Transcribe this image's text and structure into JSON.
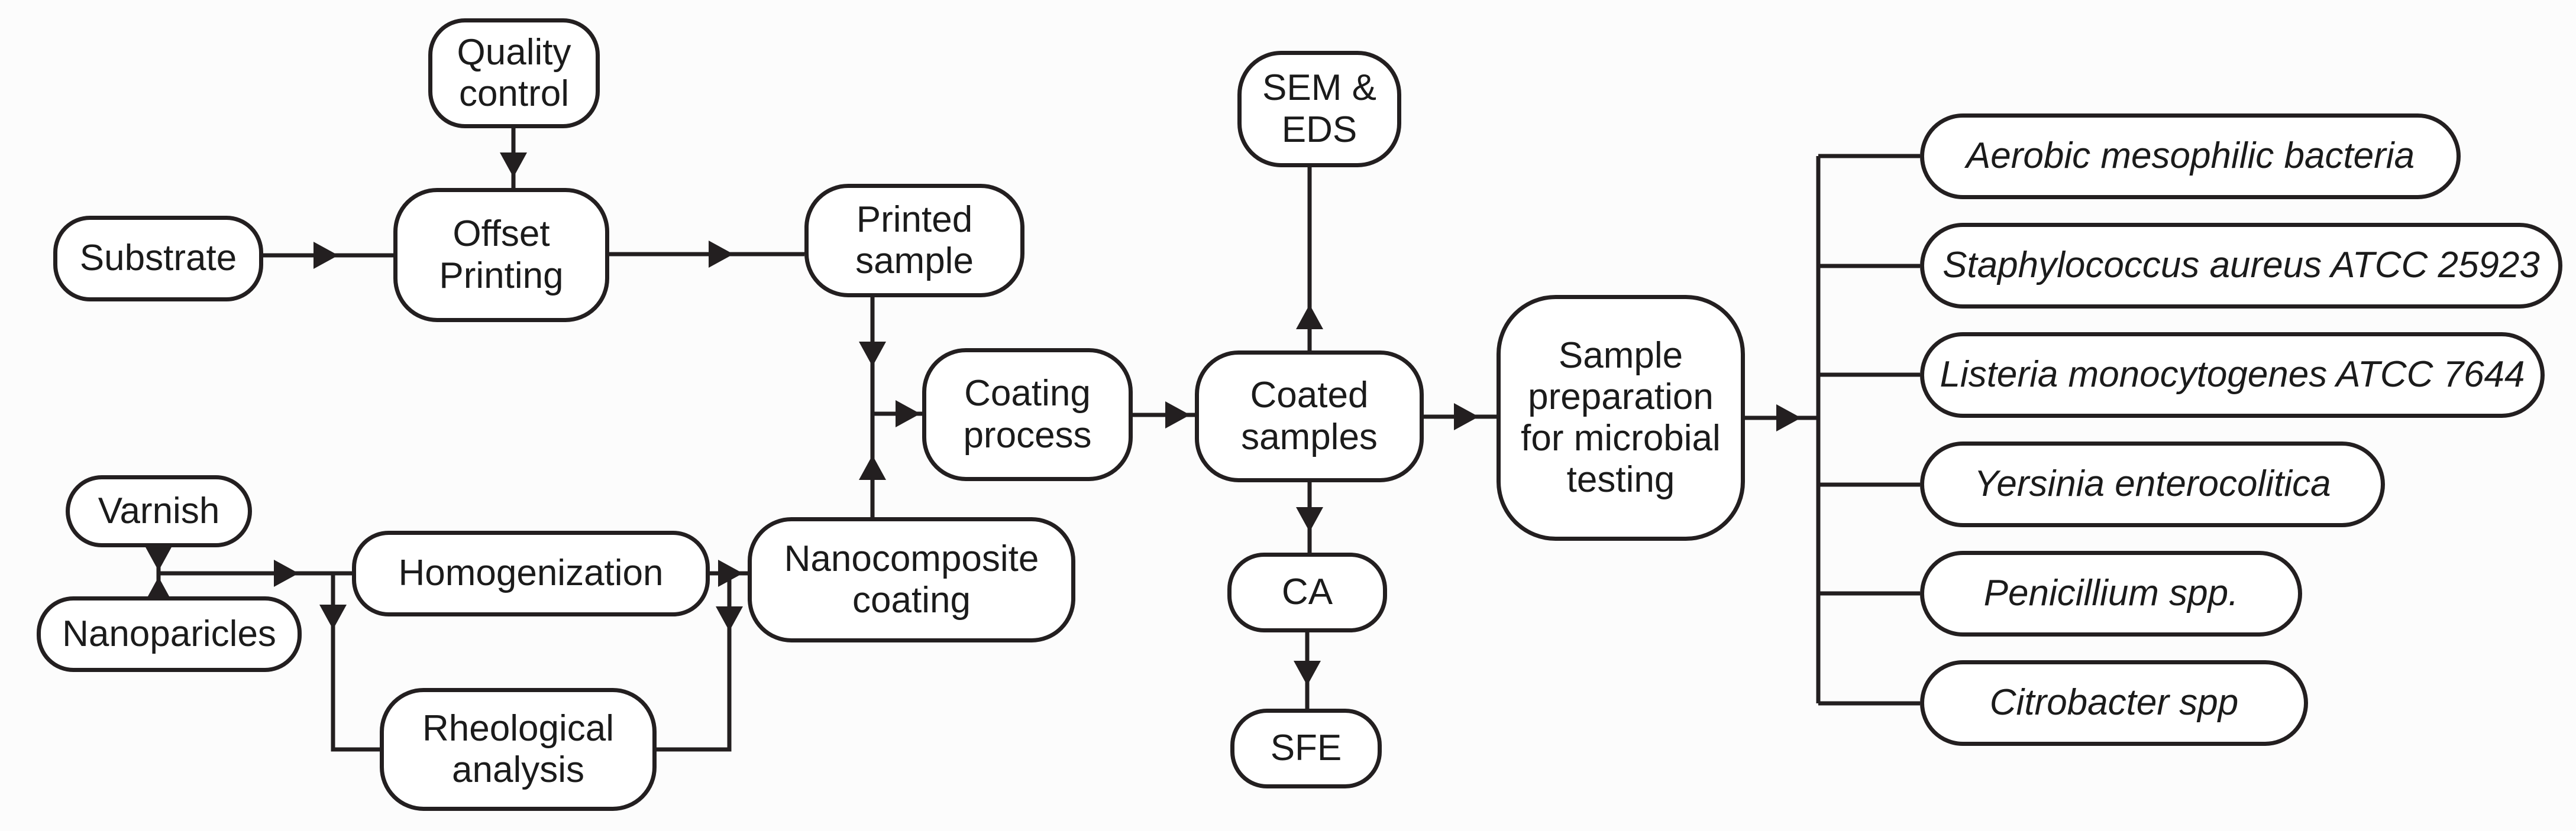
{
  "figure": {
    "type": "flowchart",
    "background_color": "#fcfcfc",
    "stroke_color": "#231f20",
    "node_fill_color": "#ffffff",
    "nodes": [
      {
        "id": "quality-control",
        "label": "Quality\ncontrol",
        "italic": false
      },
      {
        "id": "substrate",
        "label": "Substrate",
        "italic": false
      },
      {
        "id": "offset-printing",
        "label": "Offset\nPrinting",
        "italic": false
      },
      {
        "id": "printed-sample",
        "label": "Printed\nsample",
        "italic": false
      },
      {
        "id": "coating-process",
        "label": "Coating\nprocess",
        "italic": false
      },
      {
        "id": "coated-samples",
        "label": "Coated\nsamples",
        "italic": false
      },
      {
        "id": "sem-eds",
        "label": "SEM &\nEDS",
        "italic": false
      },
      {
        "id": "ca",
        "label": "CA",
        "italic": false
      },
      {
        "id": "sfe",
        "label": "SFE",
        "italic": false
      },
      {
        "id": "sample-preparation",
        "label": "Sample\npreparation\nfor microbial\ntesting",
        "italic": false
      },
      {
        "id": "varnish",
        "label": "Varnish",
        "italic": false
      },
      {
        "id": "nanoparicles",
        "label": "Nanoparicles",
        "italic": false
      },
      {
        "id": "homogenization",
        "label": "Homogenization",
        "italic": false
      },
      {
        "id": "rheological-analysis",
        "label": "Rheological\nanalysis",
        "italic": false
      },
      {
        "id": "nanocomposite-coating",
        "label": "Nanocomposite\ncoating",
        "italic": false
      },
      {
        "id": "aerobic-mesophilic",
        "label": "Aerobic mesophilic bacteria",
        "italic": true
      },
      {
        "id": "staphylococcus-aureus",
        "label": "Staphylococcus aureus ATCC 25923",
        "italic": true
      },
      {
        "id": "listeria-monocytogenes",
        "label": "Listeria monocytogenes ATCC 7644",
        "italic": true
      },
      {
        "id": "yersinia-enterocolitica",
        "label": "Yersinia enterocolitica",
        "italic": true
      },
      {
        "id": "penicillium",
        "label": "Penicillium spp.",
        "italic": true
      },
      {
        "id": "citrobacter",
        "label": "Citrobacter spp",
        "italic": true
      }
    ]
  }
}
